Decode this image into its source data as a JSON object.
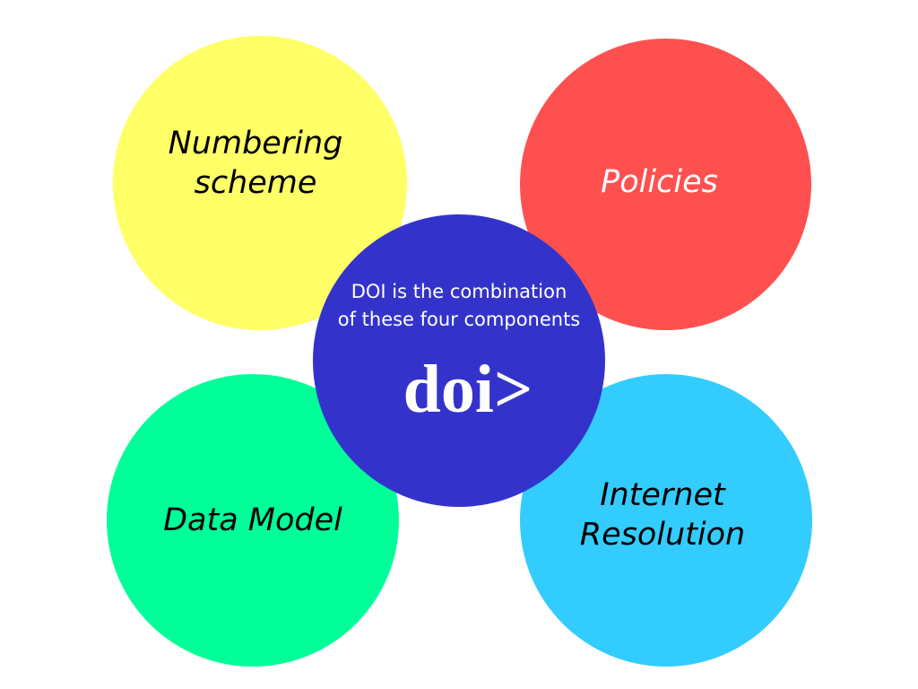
{
  "diagram": {
    "center": {
      "caption": "DOI is the combination\nof these four components",
      "logo_text": "doi>",
      "color": "#3333cc"
    },
    "components": [
      {
        "label": "Numbering\nscheme",
        "color": "#ffff66",
        "text_color": "#000000"
      },
      {
        "label": "Policies",
        "color": "#ff5050",
        "text_color": "#ffffff"
      },
      {
        "label": "Data Model",
        "color": "#00ff99",
        "text_color": "#000000"
      },
      {
        "label": "Internet\nResolution",
        "color": "#33ccff",
        "text_color": "#000000"
      }
    ]
  }
}
